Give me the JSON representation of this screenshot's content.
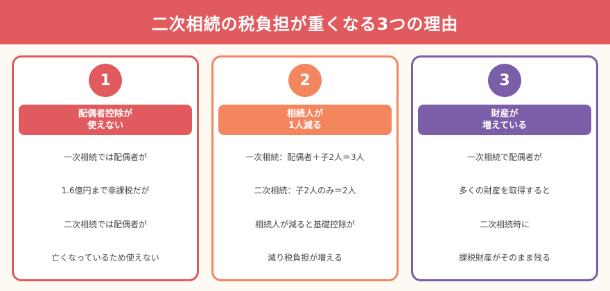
{
  "header": {
    "title": "二次相続の税負担が重くなる3つの理由"
  },
  "colors": {
    "red": "#e05a5e",
    "orange": "#f4865f",
    "purple": "#7b5ea8"
  },
  "cards": [
    {
      "number": "1",
      "title_line1": "配偶者控除が",
      "title_line2": "使えない",
      "items": [
        "一次相続では配偶者が",
        "1.6億円まで非課税だが",
        "二次相続では配偶者が",
        "亡くなっているため使えない"
      ]
    },
    {
      "number": "2",
      "title_line1": "相続人が",
      "title_line2": "1人減る",
      "items": [
        "一次相続：配偶者＋子2人＝3人",
        "二次相続：子2人のみ＝2人",
        "相続人が減ると基礎控除が",
        "減り税負担が増える"
      ]
    },
    {
      "number": "3",
      "title_line1": "財産が",
      "title_line2": "増えている",
      "items": [
        "一次相続で配偶者が",
        "多くの財産を取得すると",
        "二次相続時に",
        "課税財産がそのまま残る"
      ]
    }
  ]
}
